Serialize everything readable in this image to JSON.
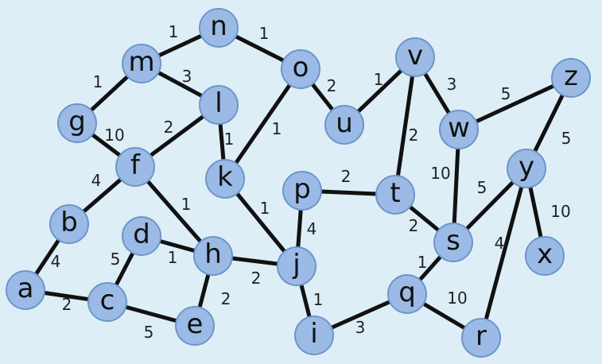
{
  "graph": {
    "nodes": [
      "n",
      "m",
      "o",
      "v",
      "z",
      "l",
      "g",
      "u",
      "w",
      "f",
      "k",
      "p",
      "t",
      "y",
      "b",
      "d",
      "s",
      "h",
      "x",
      "j",
      "a",
      "c",
      "q",
      "e",
      "i",
      "r"
    ],
    "edges": [
      {
        "from": "m",
        "to": "n",
        "weight": "1"
      },
      {
        "from": "n",
        "to": "o",
        "weight": "1"
      },
      {
        "from": "m",
        "to": "g",
        "weight": "1"
      },
      {
        "from": "m",
        "to": "l",
        "weight": "3"
      },
      {
        "from": "o",
        "to": "u",
        "weight": "2"
      },
      {
        "from": "o",
        "to": "k",
        "weight": "1"
      },
      {
        "from": "u",
        "to": "v",
        "weight": "1"
      },
      {
        "from": "v",
        "to": "w",
        "weight": "3"
      },
      {
        "from": "v",
        "to": "t",
        "weight": "2"
      },
      {
        "from": "w",
        "to": "z",
        "weight": "5"
      },
      {
        "from": "z",
        "to": "y",
        "weight": "5"
      },
      {
        "from": "g",
        "to": "f",
        "weight": "10"
      },
      {
        "from": "l",
        "to": "f",
        "weight": "2"
      },
      {
        "from": "l",
        "to": "k",
        "weight": "1"
      },
      {
        "from": "w",
        "to": "s",
        "weight": "10"
      },
      {
        "from": "f",
        "to": "b",
        "weight": "4"
      },
      {
        "from": "f",
        "to": "h",
        "weight": "1"
      },
      {
        "from": "k",
        "to": "j",
        "weight": "1"
      },
      {
        "from": "p",
        "to": "t",
        "weight": "2"
      },
      {
        "from": "p",
        "to": "j",
        "weight": "4"
      },
      {
        "from": "t",
        "to": "s",
        "weight": "2"
      },
      {
        "from": "y",
        "to": "s",
        "weight": "5"
      },
      {
        "from": "y",
        "to": "x",
        "weight": "10"
      },
      {
        "from": "y",
        "to": "r",
        "weight": "4"
      },
      {
        "from": "b",
        "to": "a",
        "weight": "4"
      },
      {
        "from": "d",
        "to": "h",
        "weight": "1"
      },
      {
        "from": "d",
        "to": "c",
        "weight": "5"
      },
      {
        "from": "h",
        "to": "j",
        "weight": "2"
      },
      {
        "from": "h",
        "to": "e",
        "weight": "2"
      },
      {
        "from": "a",
        "to": "c",
        "weight": "2"
      },
      {
        "from": "c",
        "to": "e",
        "weight": "5"
      },
      {
        "from": "j",
        "to": "i",
        "weight": "1"
      },
      {
        "from": "s",
        "to": "q",
        "weight": "1"
      },
      {
        "from": "q",
        "to": "i",
        "weight": "3"
      },
      {
        "from": "q",
        "to": "r",
        "weight": "10"
      }
    ]
  }
}
